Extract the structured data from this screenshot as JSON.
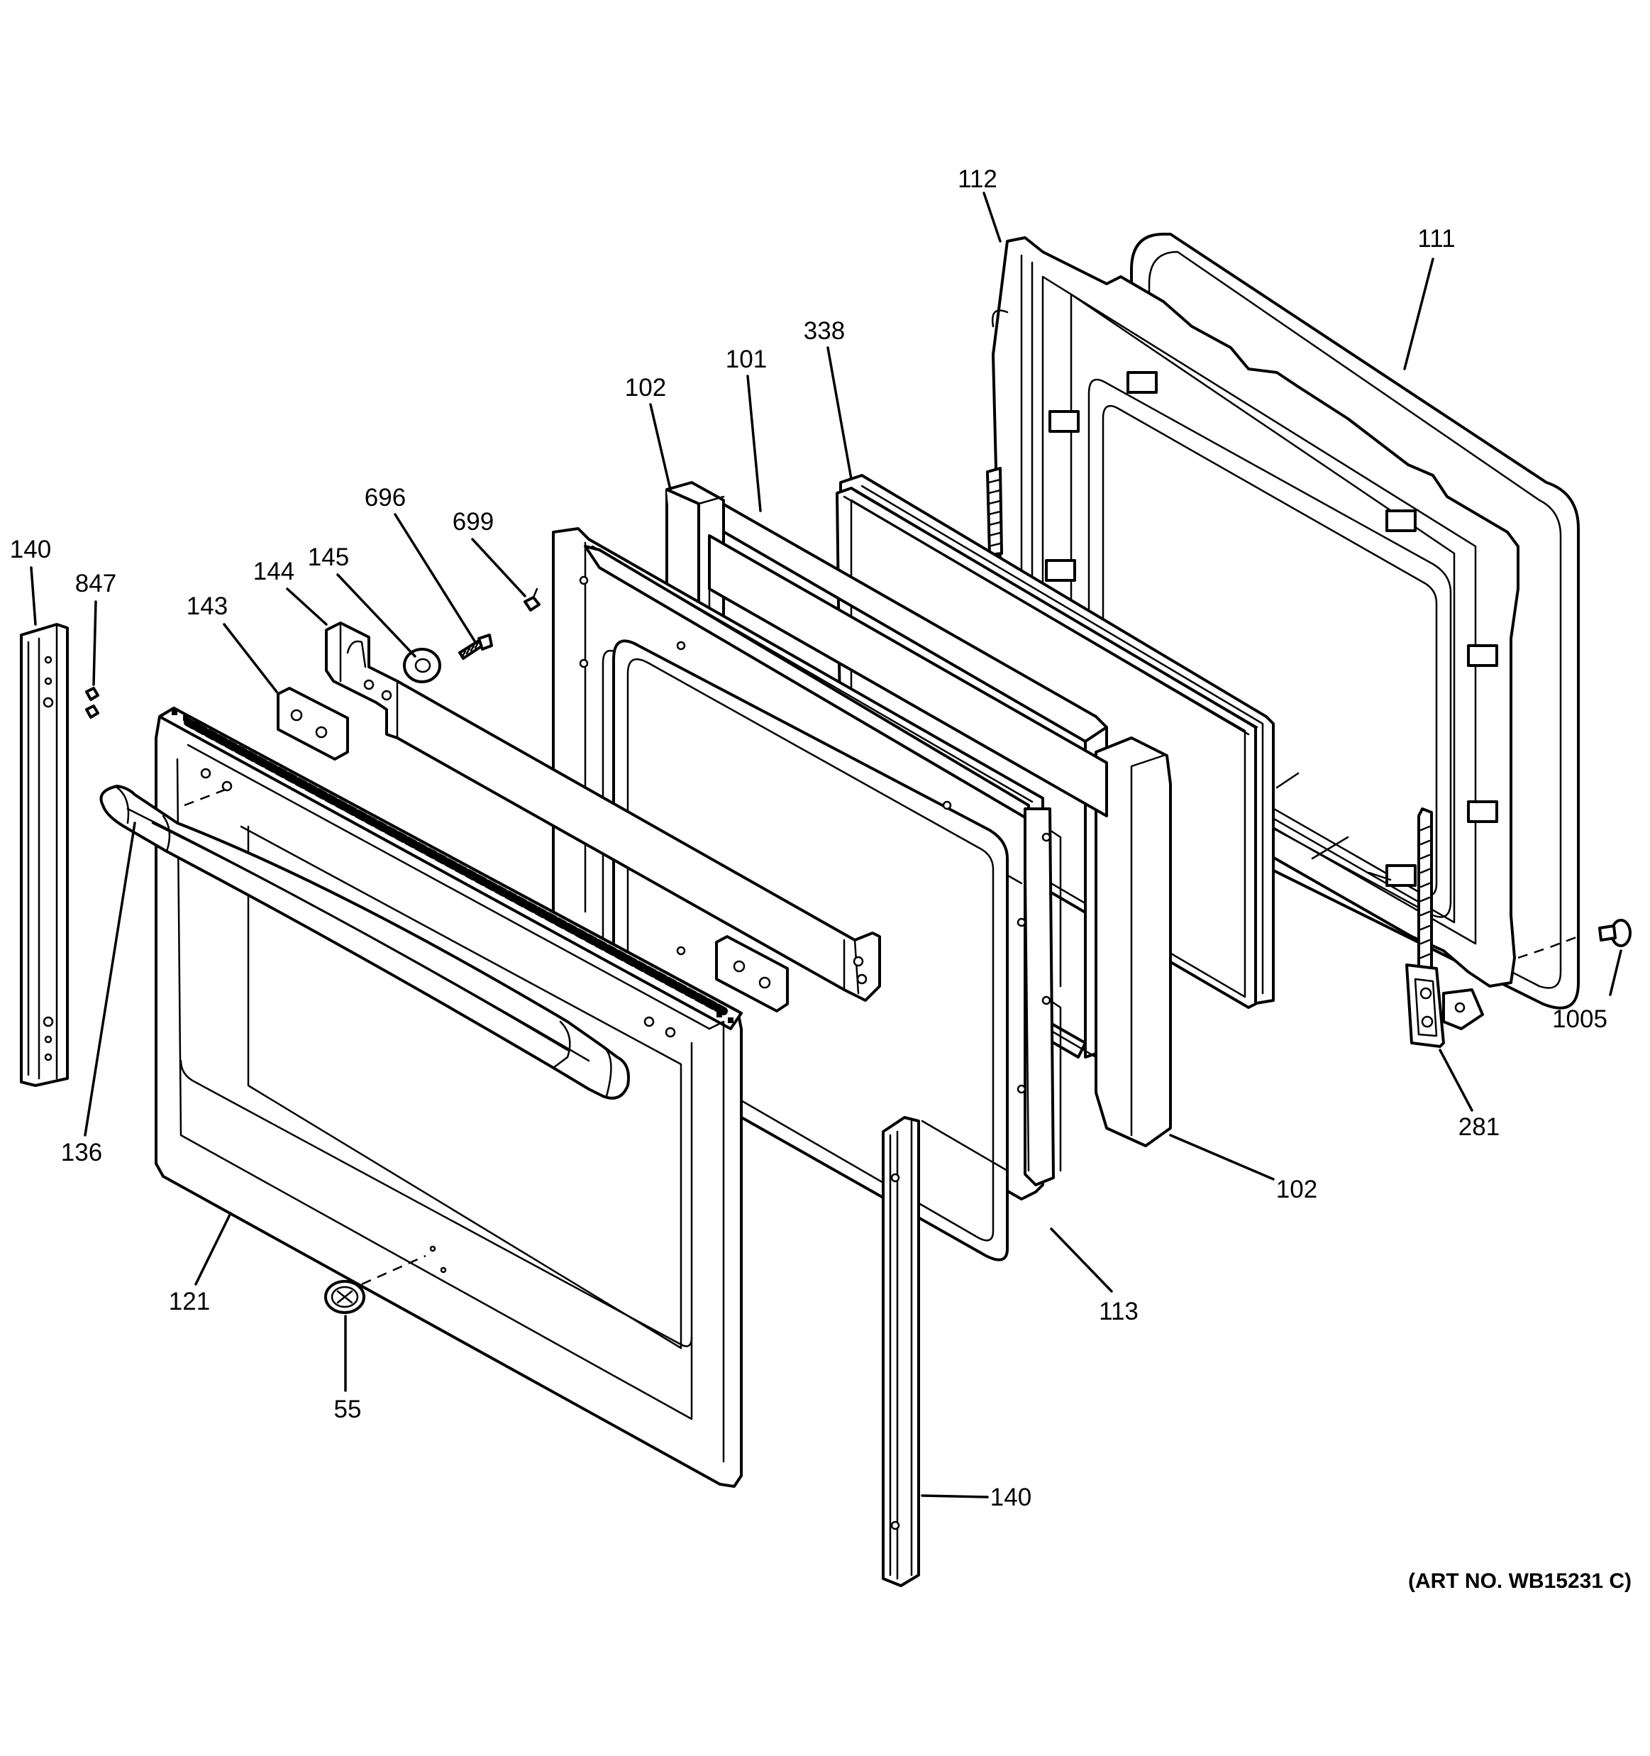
{
  "callouts": {
    "c112": "112",
    "c111": "111",
    "c338": "338",
    "c101": "101",
    "c102_top": "102",
    "c696": "696",
    "c699": "699",
    "c145": "145",
    "c144": "144",
    "c143": "143",
    "c140_left": "140",
    "c847": "847",
    "c136": "136",
    "c121": "121",
    "c55": "55",
    "c113": "113",
    "c102_bottom": "102",
    "c281": "281",
    "c1005": "1005",
    "c140_bottom": "140"
  },
  "art_number": "(ART NO. WB15231 C)"
}
